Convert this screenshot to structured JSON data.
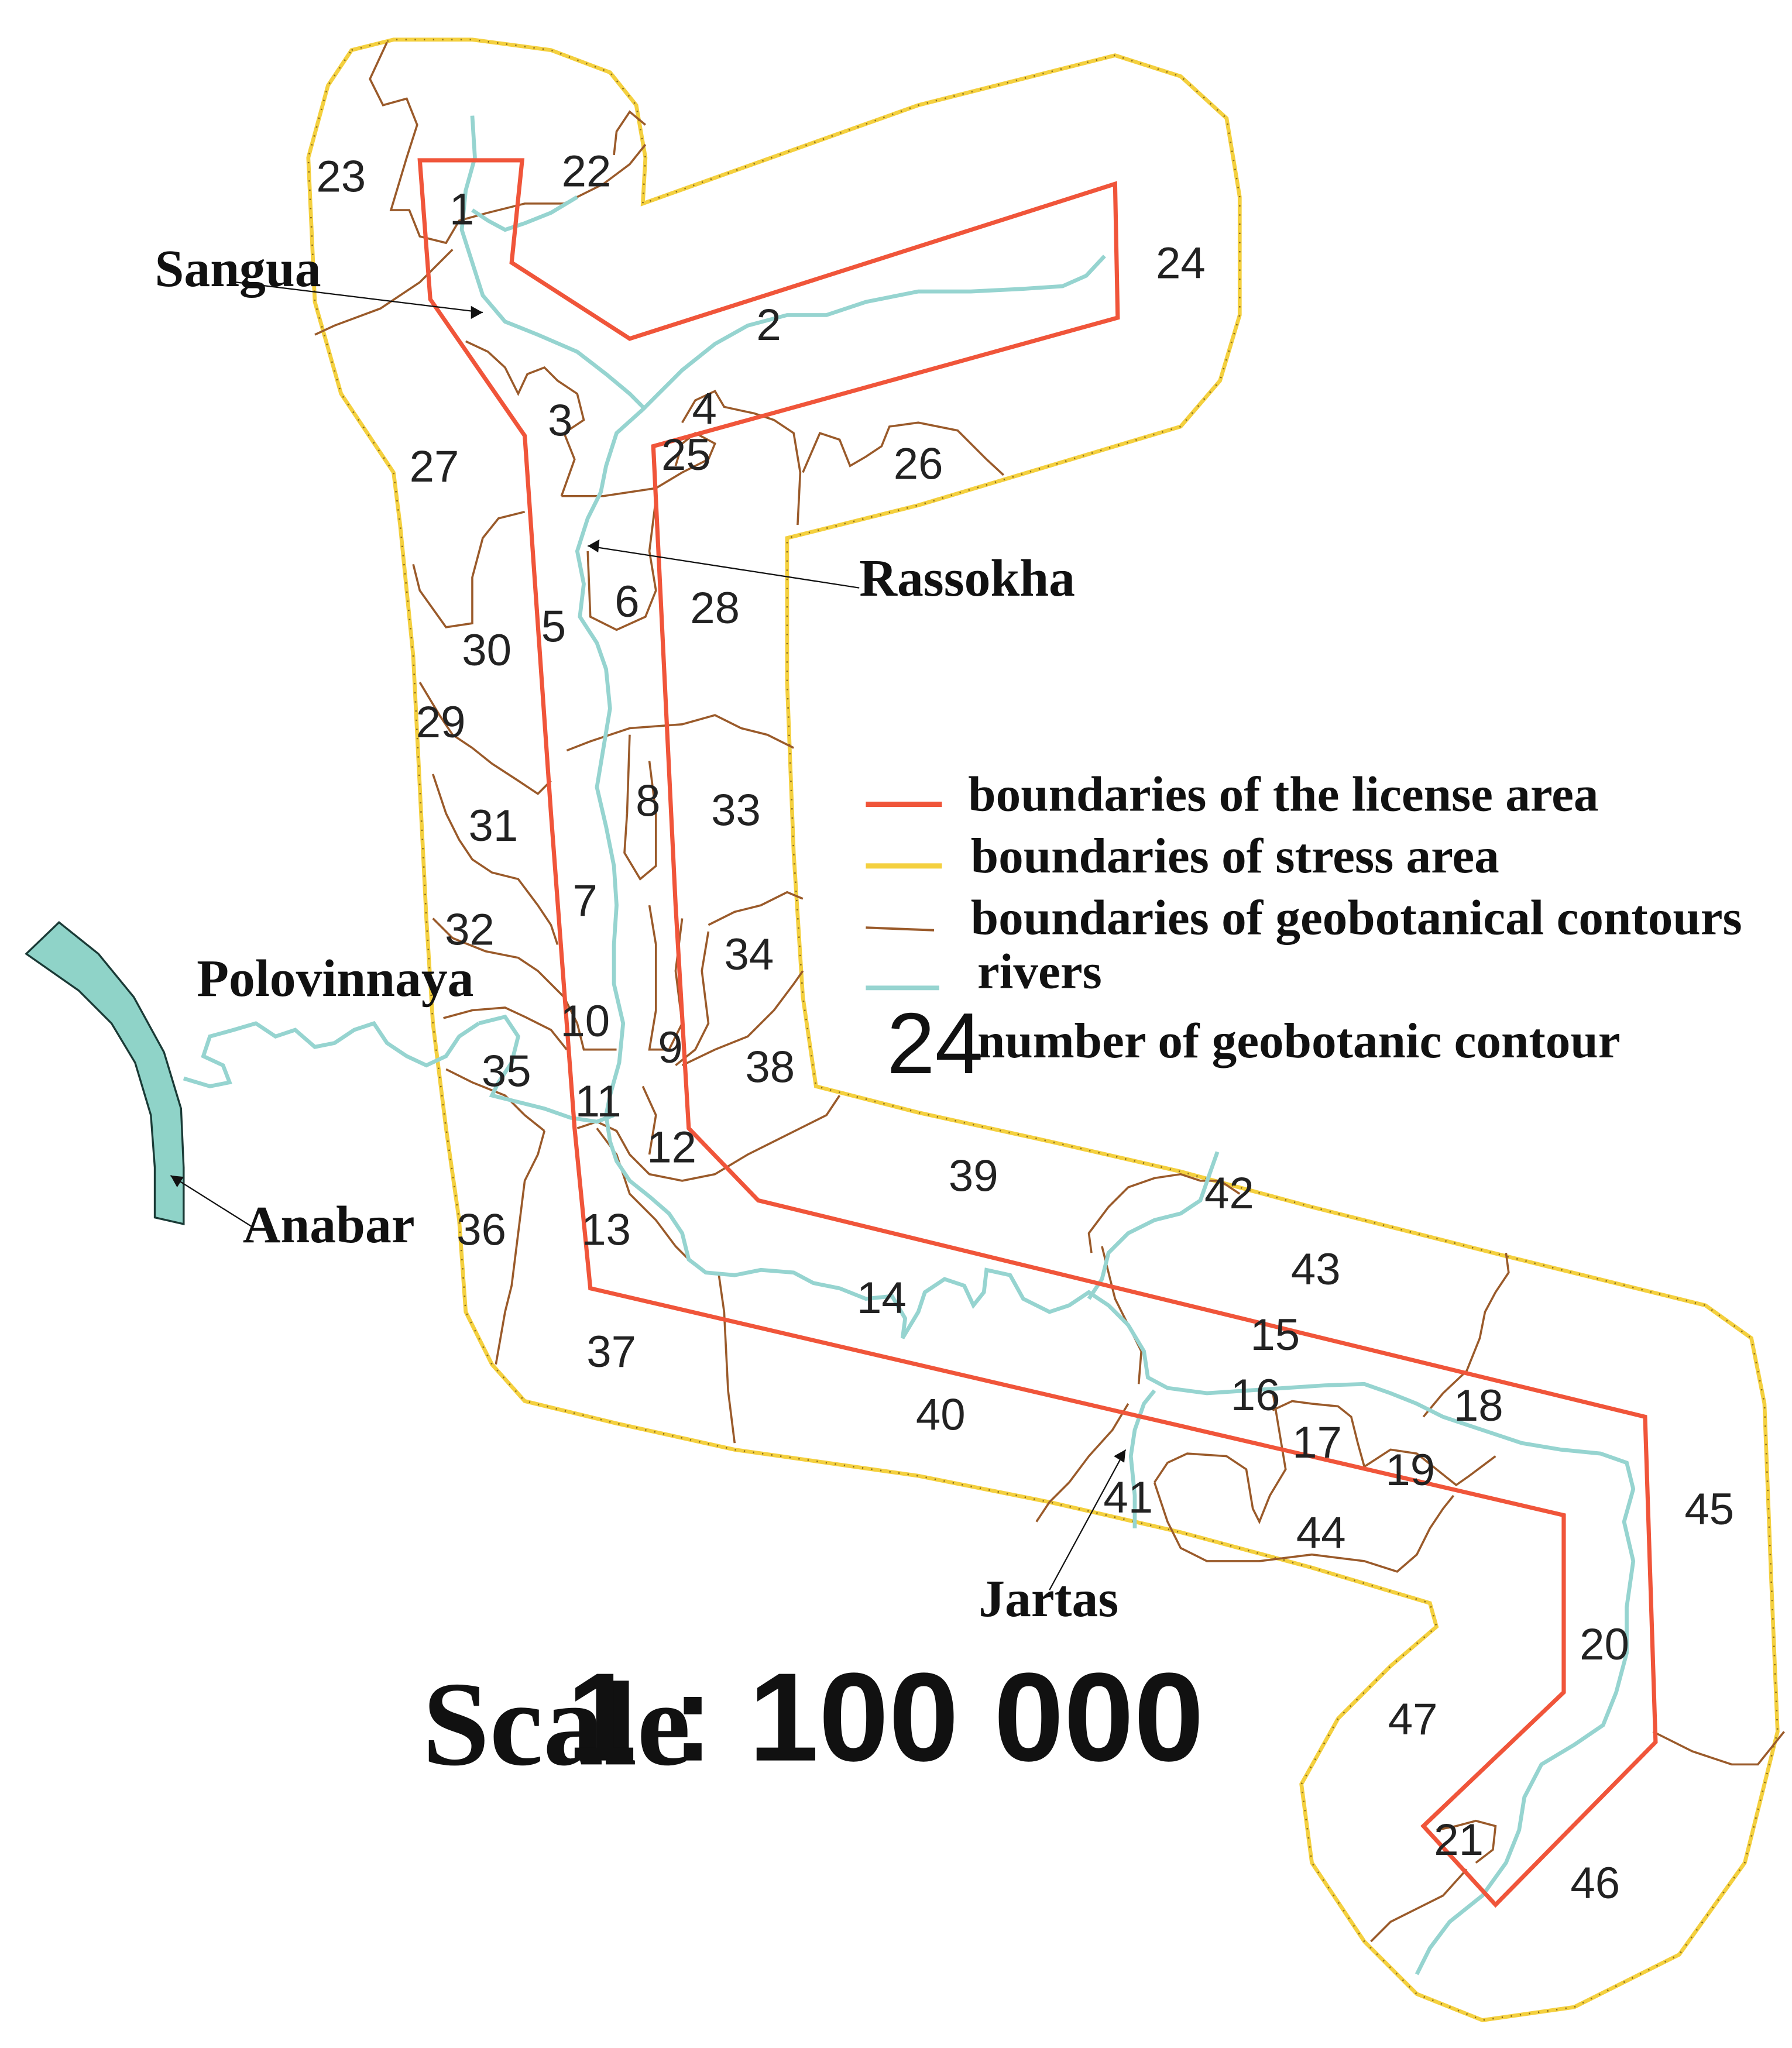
{
  "map": {
    "colors": {
      "license_area": "#f0553a",
      "stress_area": "#f4d03f",
      "stress_dots": "#8a6d1e",
      "geobotanical": "#9a5a2a",
      "river": "#96d4d0",
      "anabar_fill": "#8fd3c8",
      "anabar_stroke": "#1a3a36"
    },
    "rivers": {
      "sangua": "Sangua",
      "rassokha": "Rassokha",
      "polovinnaya": "Polovinnaya",
      "anabar": "Anabar",
      "jartas": "Jartas"
    },
    "legend": {
      "license": "boundaries of the license area",
      "stress": "boundaries of stress area",
      "geobotanical": "boundaries of geobotanical contours",
      "rivers": "rivers",
      "contour_number": "number of geobotanic contour",
      "example_number": "24"
    },
    "scale": {
      "word": "Scale",
      "ratio": "1 : 100 000"
    },
    "contours": [
      "1",
      "2",
      "3",
      "4",
      "5",
      "6",
      "7",
      "8",
      "9",
      "10",
      "11",
      "12",
      "13",
      "14",
      "15",
      "16",
      "17",
      "18",
      "19",
      "20",
      "21",
      "22",
      "23",
      "24",
      "25",
      "26",
      "27",
      "28",
      "29",
      "30",
      "31",
      "32",
      "33",
      "34",
      "35",
      "36",
      "37",
      "38",
      "39",
      "40",
      "41",
      "42",
      "43",
      "44",
      "45",
      "46",
      "47"
    ]
  }
}
